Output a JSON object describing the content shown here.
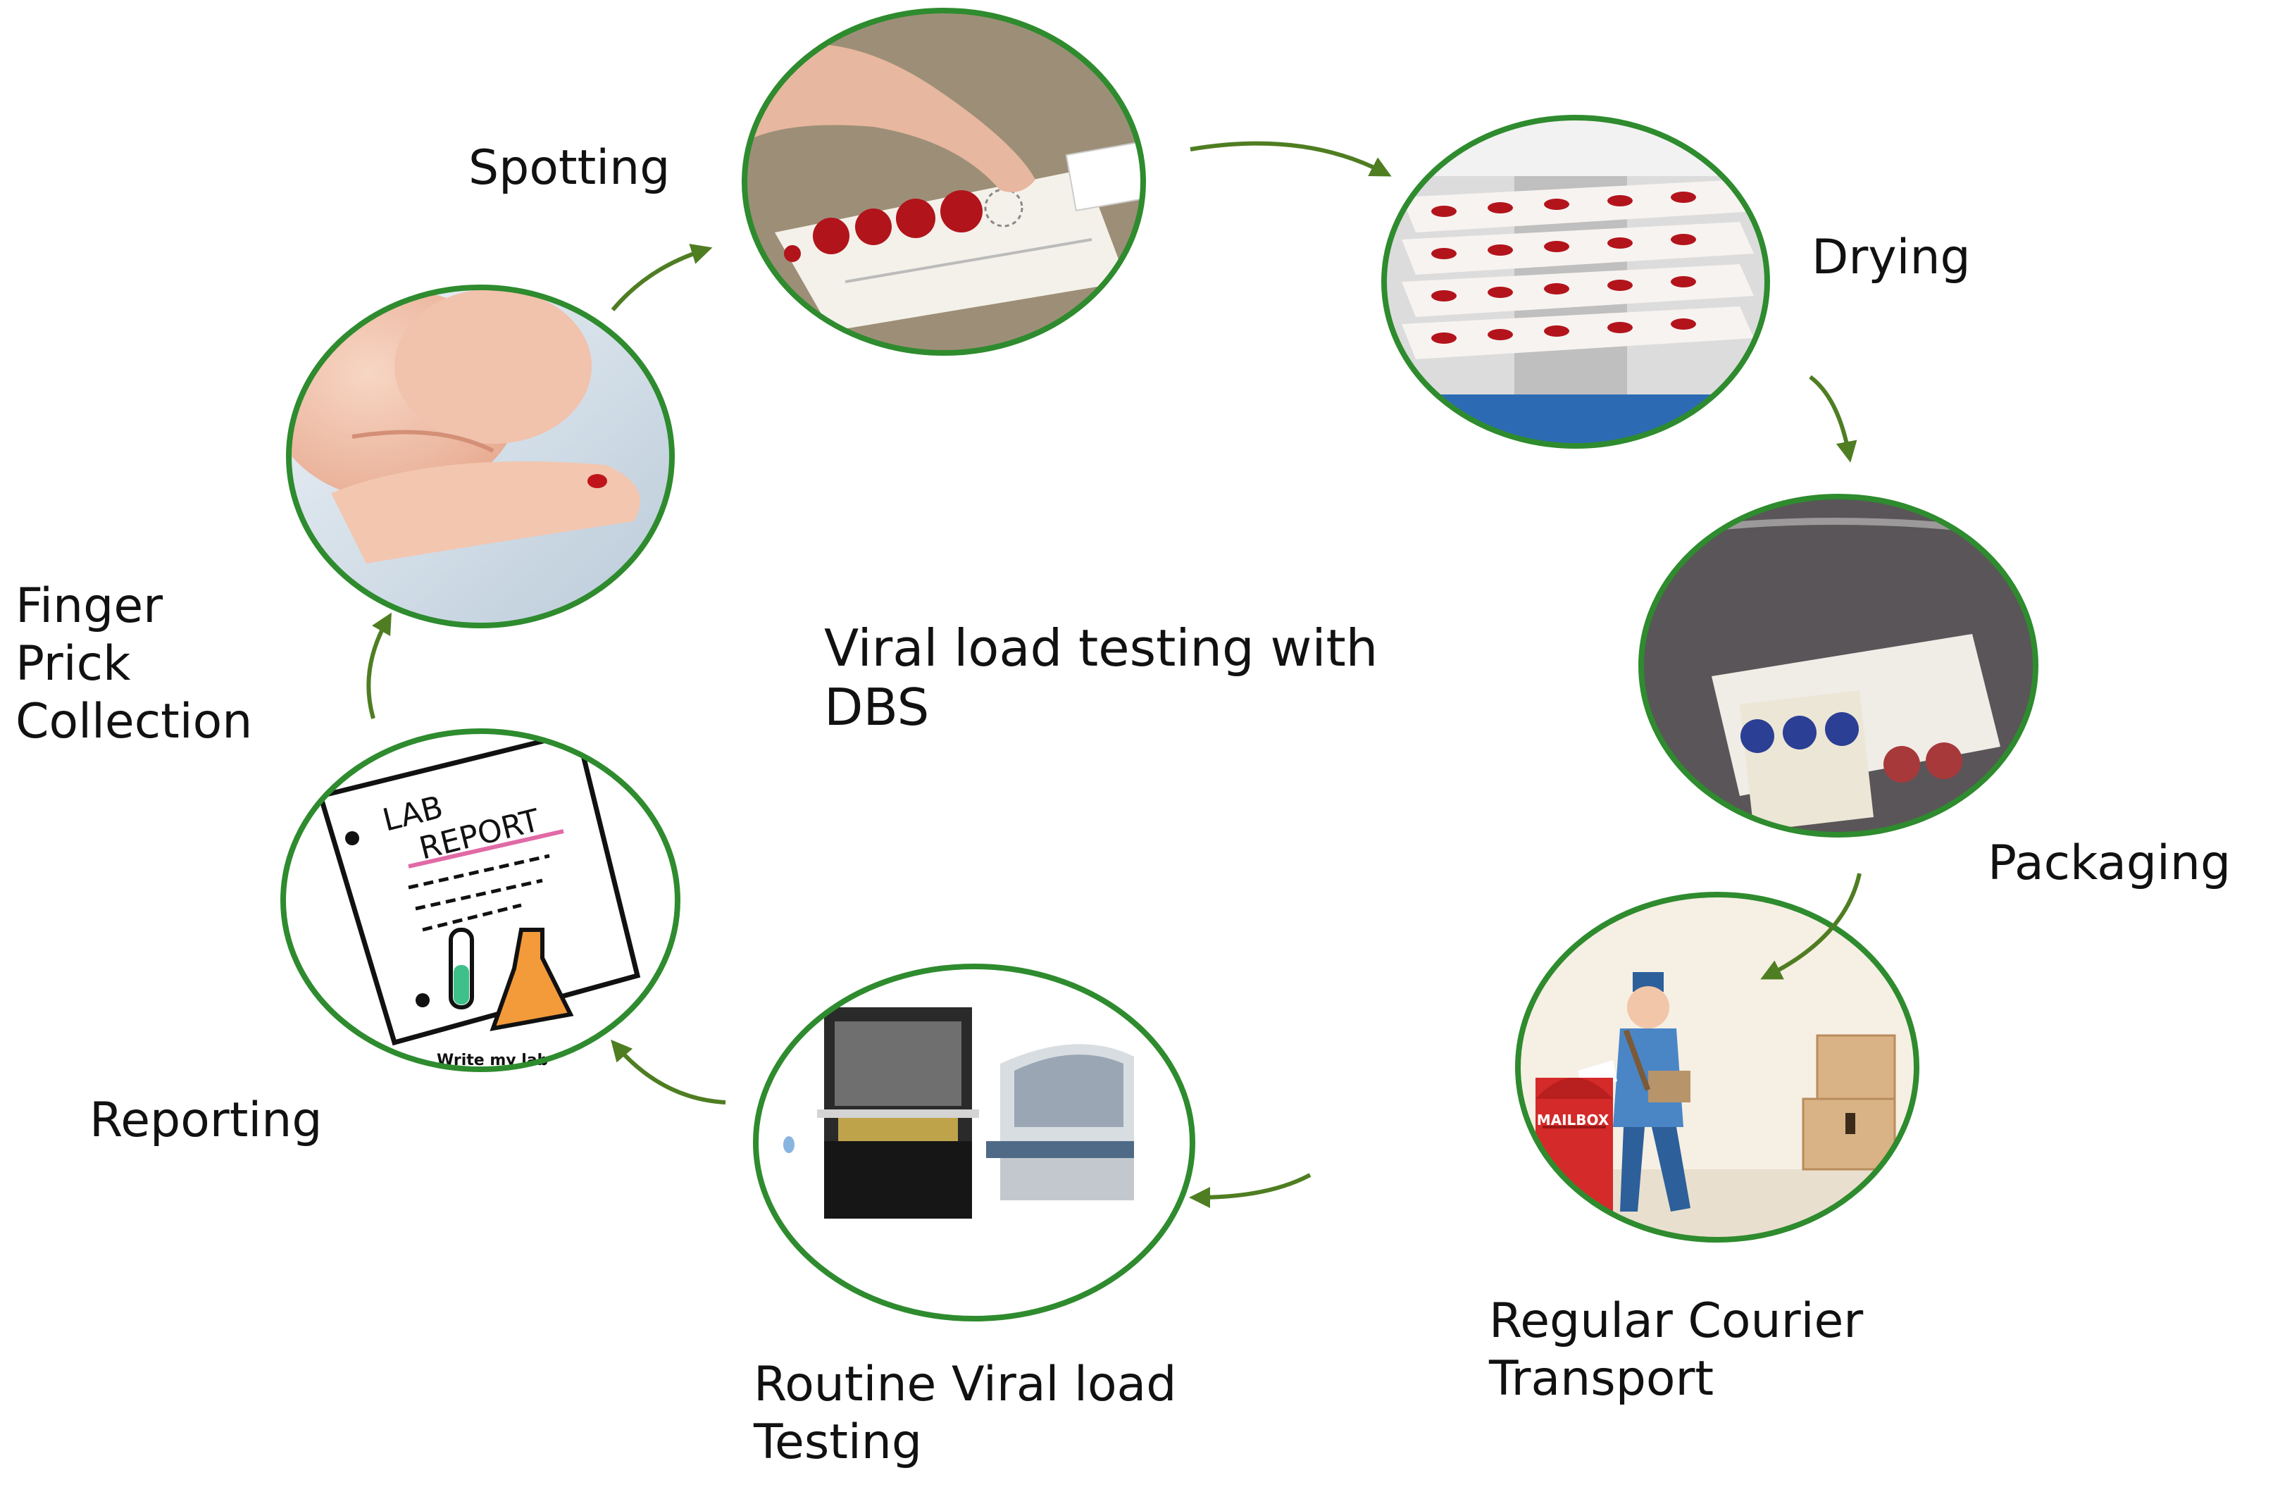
{
  "diagram": {
    "center_title": [
      "Viral load testing with",
      "DBS"
    ],
    "steps": {
      "finger_prick": [
        "Finger",
        "Prick",
        "Collection"
      ],
      "spotting": "Spotting",
      "drying": "Drying",
      "packaging": "Packaging",
      "courier": [
        "Regular Courier",
        "Transport"
      ],
      "testing": [
        "Routine Viral load",
        "Testing"
      ],
      "reporting": "Reporting"
    },
    "image_text": {
      "lab_report_line1": "LAB",
      "lab_report_line2": "REPORT",
      "lab_report_footer": "Write my lab",
      "mailbox": "MAILBOX"
    },
    "colors": {
      "circle_border": "#2e8b2e",
      "arrow": "#4f7d22"
    }
  }
}
